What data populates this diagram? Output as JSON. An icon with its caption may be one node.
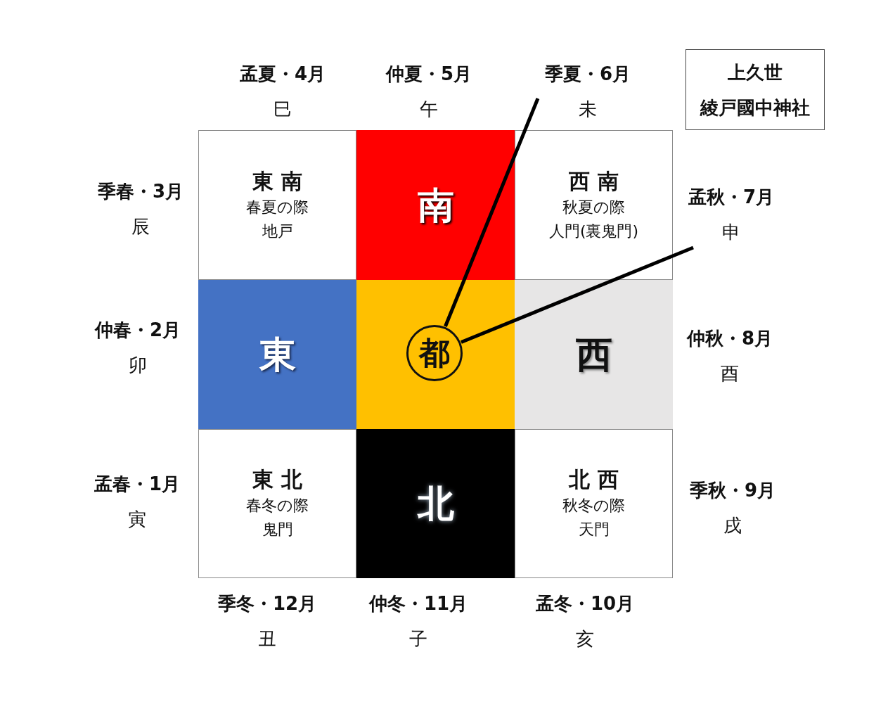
{
  "diagram": {
    "nodes": [
      {
        "text": [
          "孟夏・4月",
          "巳"
        ]
      },
      {
        "text": [
          "仲夏・5月",
          "午"
        ]
      },
      {
        "text": [
          "季夏・6月",
          "未"
        ]
      },
      {
        "text": [
          "上久世",
          "綾戸國中神社"
        ]
      },
      {
        "text": [
          "季春・3月",
          "辰"
        ]
      },
      {
        "text": [
          "東 南",
          "春夏の際",
          "地戸"
        ]
      },
      {
        "text": [
          "南"
        ]
      },
      {
        "text": [
          "西 南",
          "秋夏の際",
          "人門(裏鬼門)"
        ]
      },
      {
        "text": [
          "孟秋・7月",
          "申"
        ]
      },
      {
        "text": [
          "仲春・2月",
          "卯"
        ]
      },
      {
        "text": [
          "東"
        ]
      },
      {
        "text": [],
        "shape": "box"
      },
      {
        "text": [
          "都"
        ],
        "in": 11
      },
      {
        "text": [
          "西"
        ]
      },
      {
        "text": [
          "仲秋・8月",
          "酉"
        ]
      },
      {
        "text": [
          "孟春・1月",
          "寅"
        ]
      },
      {
        "text": [
          "東 北",
          "春冬の際",
          "鬼門"
        ]
      },
      {
        "text": [
          "北"
        ]
      },
      {
        "text": [
          "北 西",
          "秋冬の際",
          "天門"
        ]
      },
      {
        "text": [
          "季秋・9月",
          "戌"
        ]
      },
      {
        "text": [
          "季冬・12月",
          "丑"
        ]
      },
      {
        "text": [
          "仲冬・11月",
          "子"
        ]
      },
      {
        "text": [
          "孟冬・10月",
          "亥"
        ]
      }
    ],
    "edges": [
      {
        "from": 12,
        "to": 2,
        "arrow": "none"
      },
      {
        "from": 12,
        "to": 8,
        "arrow": "none"
      }
    ]
  }
}
